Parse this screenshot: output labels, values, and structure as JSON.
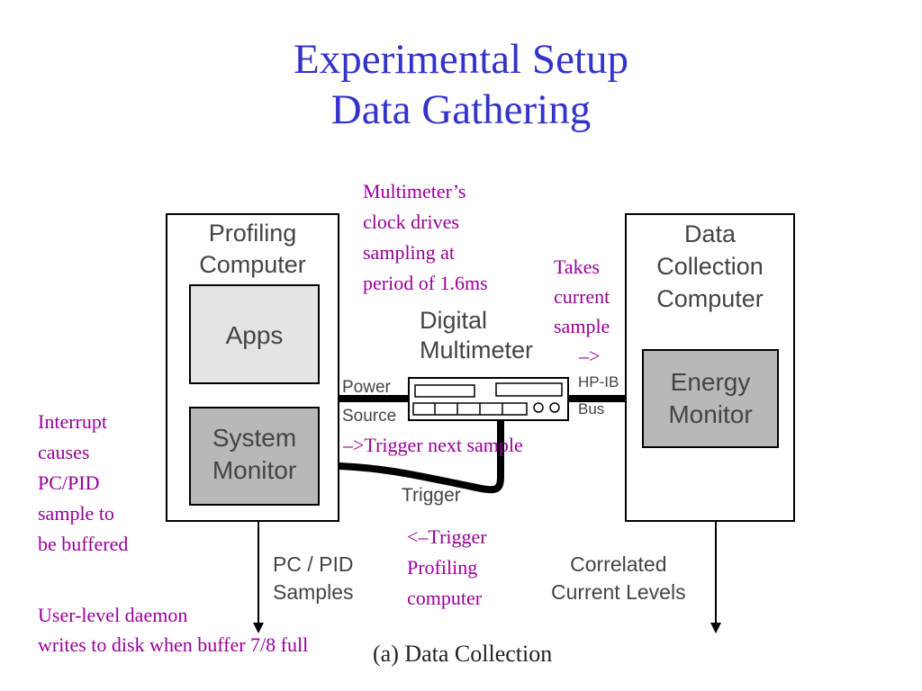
{
  "title": {
    "line1": "Experimental Setup",
    "line2": "Data Gathering"
  },
  "annotations": {
    "multimeter_clock": [
      "Multimeter’s",
      "clock drives",
      "sampling at",
      "period of 1.6ms"
    ],
    "takes_current": [
      "Takes",
      "current",
      "sample",
      "–>"
    ],
    "interrupt": [
      "Interrupt",
      "causes",
      "PC/PID",
      "sample to",
      "be buffered"
    ],
    "trigger_next": "–>Trigger next sample",
    "trigger_profiling": [
      "<–Trigger",
      "Profiling",
      "computer"
    ],
    "daemon": [
      "User-level daemon",
      "writes to disk when buffer 7/8 full"
    ]
  },
  "diagram": {
    "profiling_computer": [
      "Profiling",
      "Computer"
    ],
    "apps": "Apps",
    "system_monitor": [
      "System",
      "Monitor"
    ],
    "digital_multimeter": [
      "Digital",
      "Multimeter"
    ],
    "power_source": [
      "Power",
      "Source"
    ],
    "hpib_bus": [
      "HP-IB",
      "Bus"
    ],
    "trigger": "Trigger",
    "data_collection_computer": [
      "Data",
      "Collection",
      "Computer"
    ],
    "energy_monitor": [
      "Energy",
      "Monitor"
    ],
    "pc_pid_samples": [
      "PC / PID",
      "Samples"
    ],
    "correlated_levels": [
      "Correlated",
      "Current Levels"
    ],
    "caption": "(a) Data Collection"
  },
  "colors": {
    "title": "#3333cc",
    "annotation": "#990099",
    "box_fill": "#e4e4e4",
    "box_fill_dark": "#b8b8b8"
  }
}
